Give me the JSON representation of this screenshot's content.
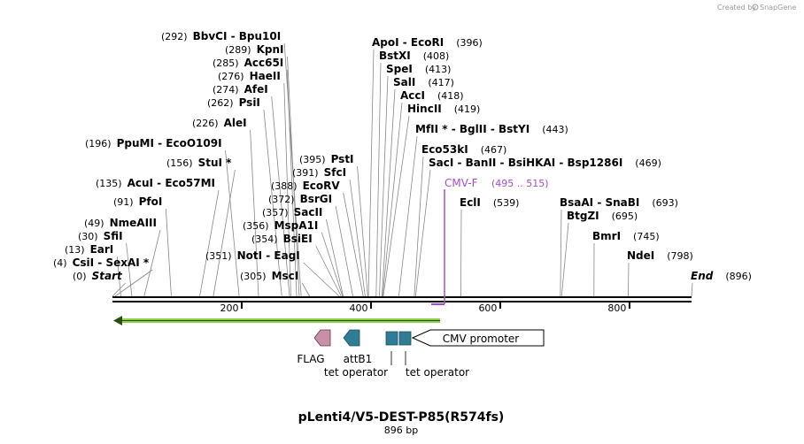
{
  "credit": {
    "prefix": "Created by",
    "brand": "SnapGene"
  },
  "title": "pLenti4/V5-DEST-P85(R574fs)",
  "subtitle": "896 bp",
  "colors": {
    "backbone": "#000000",
    "leader": "#888888",
    "primer": "#a64dcf",
    "orf": "#8ed04a",
    "flag": "#c98fa8",
    "attb1": "#2f7d95",
    "tet_operator": "#2f7d95",
    "promoter": "#ffffff"
  },
  "scale": {
    "length": 896,
    "ticks": [
      {
        "bp": 200,
        "label": "200"
      },
      {
        "bp": 400,
        "label": "400"
      },
      {
        "bp": 600,
        "label": "600"
      },
      {
        "bp": 800,
        "label": "800"
      }
    ]
  },
  "sites": [
    {
      "name": "Start",
      "pos": "(0)",
      "italic": true
    },
    {
      "name": "CsiI  -  SexAI *",
      "pos": "(4)"
    },
    {
      "name": "EarI",
      "pos": "(13)"
    },
    {
      "name": "SfiI",
      "pos": "(30)"
    },
    {
      "name": "NmeAIII",
      "pos": "(49)"
    },
    {
      "name": "PfoI",
      "pos": "(91)"
    },
    {
      "name": "AcuI  -  Eco57MI",
      "pos": "(135)"
    },
    {
      "name": "StuI *",
      "pos": "(156)"
    },
    {
      "name": "PpuMI  -  EcoO109I",
      "pos": "(196)"
    },
    {
      "name": "AleI",
      "pos": "(226)"
    },
    {
      "name": "PsiI",
      "pos": "(262)"
    },
    {
      "name": "AfeI",
      "pos": "(274)"
    },
    {
      "name": "HaeII",
      "pos": "(276)"
    },
    {
      "name": "Acc65I",
      "pos": "(285)"
    },
    {
      "name": "KpnI",
      "pos": "(289)"
    },
    {
      "name": "BbvCI  -  Bpu10I",
      "pos": "(292)"
    },
    {
      "name": "MscI",
      "pos": "(305)"
    },
    {
      "name": "NotI  -  EagI",
      "pos": "(351)"
    },
    {
      "name": "BsiEI",
      "pos": "(354)"
    },
    {
      "name": "MspA1I",
      "pos": "(356)"
    },
    {
      "name": "SacII",
      "pos": "(357)"
    },
    {
      "name": "BsrGI",
      "pos": "(372)"
    },
    {
      "name": "EcoRV",
      "pos": "(388)"
    },
    {
      "name": "SfcI",
      "pos": "(391)"
    },
    {
      "name": "PstI",
      "pos": "(395)"
    },
    {
      "name": "ApoI  -  EcoRI",
      "pos": "(396)"
    },
    {
      "name": "BstXI",
      "pos": "(408)"
    },
    {
      "name": "SpeI",
      "pos": "(413)"
    },
    {
      "name": "SalI",
      "pos": "(417)"
    },
    {
      "name": "AccI",
      "pos": "(418)"
    },
    {
      "name": "HincII",
      "pos": "(419)"
    },
    {
      "name": "MfII *  -  BglII  -  BstYI",
      "pos": "(443)"
    },
    {
      "name": "Eco53kI",
      "pos": "(467)"
    },
    {
      "name": "SacI  -  BanII  -  BsiHKAI  -  Bsp1286I",
      "pos": "(469)"
    },
    {
      "name": "EclI",
      "pos": "(539)"
    },
    {
      "name": "BsaAI  -  SnaBI",
      "pos": "(693)"
    },
    {
      "name": "BtgZI",
      "pos": "(695)"
    },
    {
      "name": "BmrI",
      "pos": "(745)"
    },
    {
      "name": "NdeI",
      "pos": "(798)"
    },
    {
      "name": "End",
      "pos": "(896)",
      "italic": true
    }
  ],
  "primer": {
    "name": "CMV-F",
    "range": "(495 .. 515)"
  },
  "features": {
    "flag": "FLAG",
    "attb1": "attB1",
    "tet_operator_1": "tet operator",
    "tet_operator_2": "tet operator",
    "promoter": "CMV promoter"
  }
}
